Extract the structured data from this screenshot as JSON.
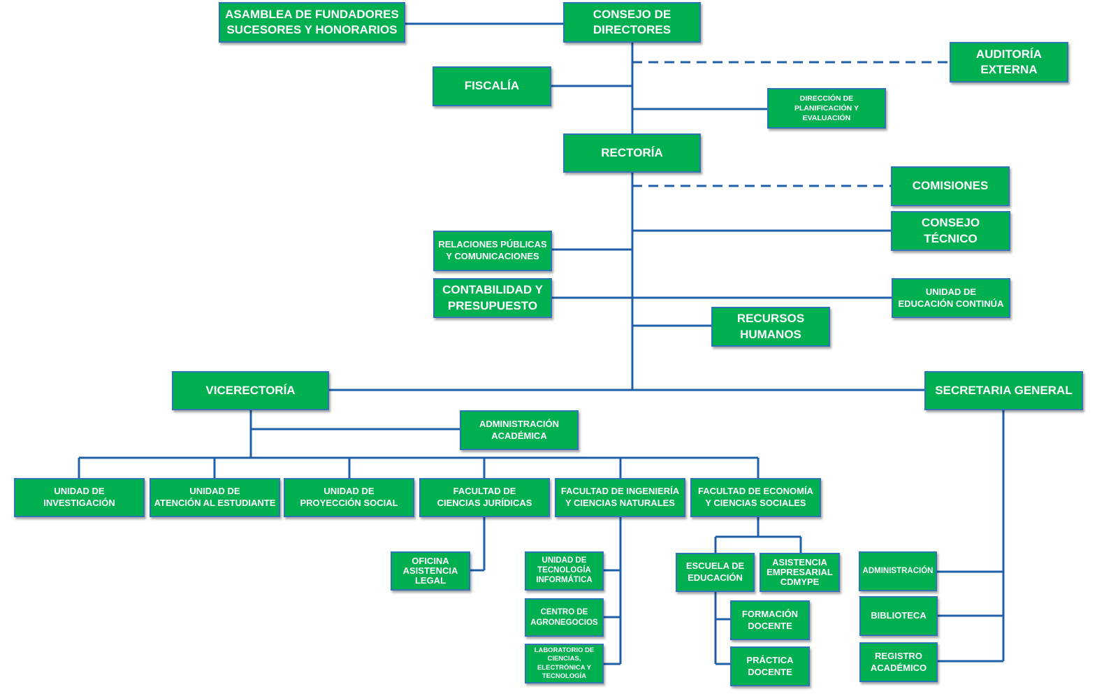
{
  "org_chart": {
    "line_color": "#1f5fa8",
    "box_color": "#00b050",
    "box_border_color": "#2e75b6",
    "text_color": "#ffffff",
    "nodes": {
      "asamblea": "ASAMBLEA DE FUNDADORES\nSUCESORES Y HONORARIOS",
      "consejo_directores": "CONSEJO DE\nDIRECTORES",
      "auditoria_externa": "AUDITORÍA\nEXTERNA",
      "fiscalia": "FISCALÍA",
      "direccion_planificacion": "DIRECCIÓN DE\nPLANIFICACIÓN Y\nEVALUACIÓN",
      "rectoria": "RECTORÍA",
      "comisiones": "COMISIONES",
      "consejo_tecnico": "CONSEJO TÉCNICO",
      "relaciones_publicas": "RELACIONES PÚBLICAS\nY COMUNICACIONES",
      "contabilidad": "CONTABILIDAD Y\nPRESUPUESTO",
      "educacion_continua": "UNIDAD DE\nEDUCACIÓN CONTINÚA",
      "recursos_humanos": "RECURSOS\nHUMANOS",
      "vicerectoria": "VICERECTORÍA",
      "secretaria_general": "SECRETARIA GENERAL",
      "administracion_academica": "ADMINISTRACIÓN\nACADÉMICA",
      "unidad_investigacion": "UNIDAD DE\nINVESTIGACIÓN",
      "unidad_atencion": "UNIDAD DE\nATENCIÓN AL ESTUDIANTE",
      "unidad_proyeccion": "UNIDAD DE\nPROYECCIÓN SOCIAL",
      "facultad_juridicas": "FACULTAD DE\nCIENCIAS JURÍDICAS",
      "facultad_ingenieria": "FACULTAD DE INGENIERÍA\nY CIENCIAS NATURALES",
      "facultad_economia": "FACULTAD DE ECONOMÍA\nY CIENCIAS SOCIALES",
      "oficina_asistencia": "OFICINA\nASISTENCIA\nLEGAL",
      "unidad_tecnologia": "UNIDAD DE\nTECNOLOGÍA\nINFORMÁTICA",
      "centro_agronegocios": "CENTRO DE\nAGRONEGOCIOS",
      "laboratorio": "LABORATORIO DE\nCIENCIAS,\nELECTRÓNICA Y\nTECNOLOGÍA",
      "escuela_educacion": "ESCUELA DE\nEDUCACIÓN",
      "asistencia_empresarial": "ASISTENCIA\nEMPRESARIAL\nCDMYPE",
      "formacion_docente": "FORMACIÓN\nDOCENTE",
      "practica_docente": "PRÁCTICA\nDOCENTE",
      "administracion": "ADMINISTRACIÓN",
      "biblioteca": "BIBLIOTECA",
      "registro_academico": "REGISTRO\nACADÉMICO"
    }
  }
}
